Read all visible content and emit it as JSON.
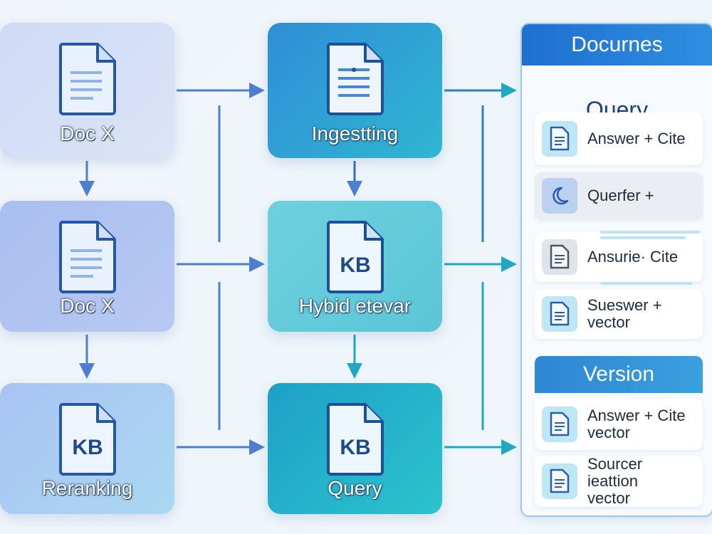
{
  "colors": {
    "arrow_blue": "#4f7ed1",
    "arrow_teal": "#1fa8c2",
    "panel_header": "#1f6fd0"
  },
  "left_nodes": [
    {
      "label": "Doc X",
      "icon": "document-icon"
    },
    {
      "label": "Doc X",
      "icon": "document-icon"
    },
    {
      "label": "Reranking",
      "icon": "kb-icon",
      "icon_text": "KB"
    }
  ],
  "middle_nodes": [
    {
      "label": "Ingestting",
      "icon": "document-icon"
    },
    {
      "label": "Hybid etevar",
      "icon": "kb-icon",
      "icon_text": "KB"
    },
    {
      "label": "Query",
      "icon": "kb-icon",
      "icon_text": "KB"
    }
  ],
  "panel": {
    "title": "Docurnes",
    "subtitle": "Query",
    "results": [
      {
        "text": "Answer + Cite",
        "icon": "document-icon"
      },
      {
        "text": "Querfer +",
        "icon": "moon-icon"
      },
      {
        "text": "Ansurie· Cite",
        "icon": "document-icon"
      },
      {
        "text": "Sueswer +\nvector",
        "icon": "document-icon"
      }
    ],
    "version_title": "Version",
    "version_results": [
      {
        "text": "Answer + Cite\nvector",
        "icon": "document-icon"
      },
      {
        "text": "Sourcer ieattion\nvector",
        "icon": "document-icon"
      }
    ]
  }
}
